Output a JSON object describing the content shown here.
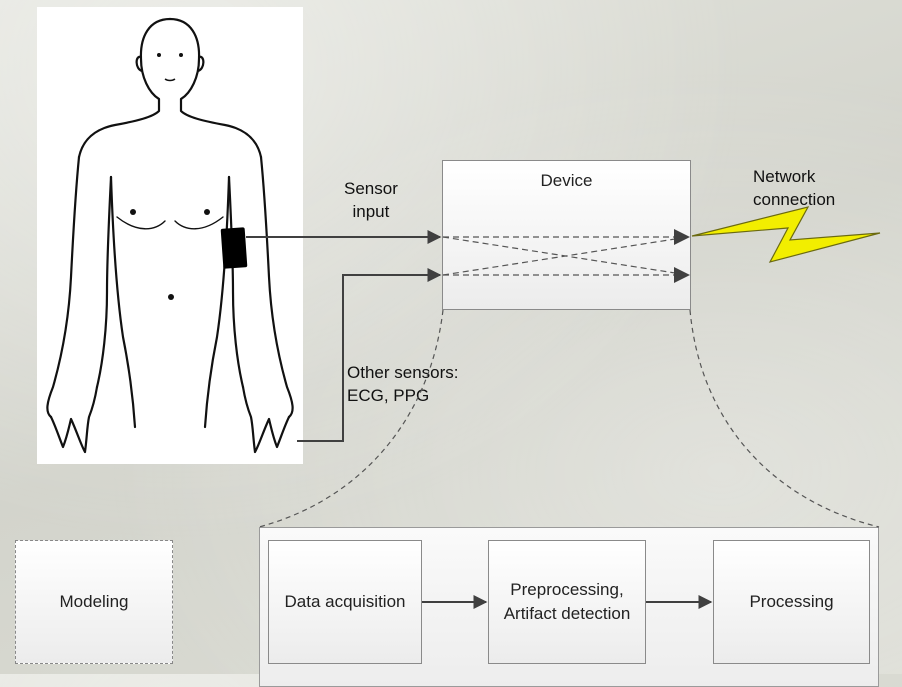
{
  "labels": {
    "sensor_input": "Sensor\ninput",
    "other_sensors": "Other sensors:\nECG, PPG",
    "network_connection": "Network connection"
  },
  "device": {
    "title": "Device"
  },
  "pipeline": {
    "stages": [
      {
        "label": "Data acquisition"
      },
      {
        "label": "Preprocessing,\nArtifact detection"
      },
      {
        "label": "Processing"
      }
    ]
  },
  "modeling": {
    "label": "Modeling"
  },
  "colors": {
    "lightning": "#f2ee00",
    "arrow": "#404040",
    "armband": "#000000"
  },
  "icons": {
    "human_figure": "human-body-figure",
    "armband": "armband-sensor-icon",
    "lightning": "lightning-bolt-icon"
  }
}
